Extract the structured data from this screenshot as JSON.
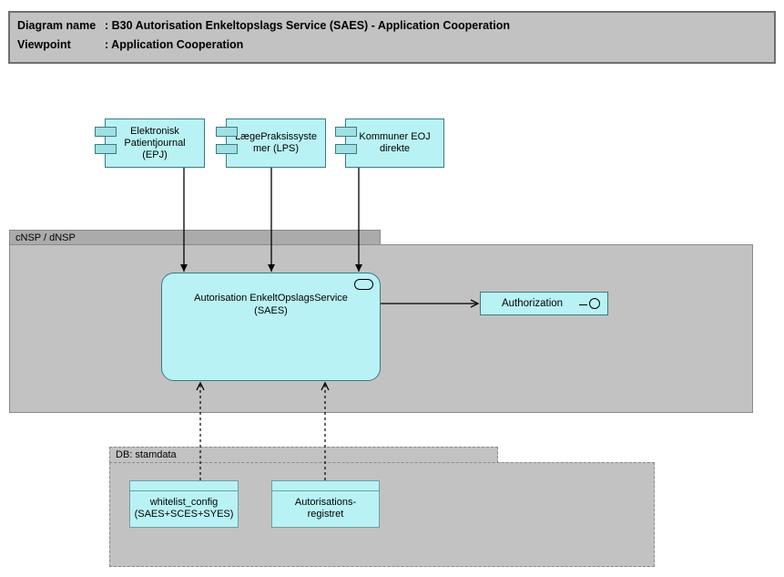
{
  "title_block": {
    "rows": [
      {
        "label": "Diagram name",
        "value": ": B30 Autorisation Enkeltopslags Service (SAES) - Application Cooperation"
      },
      {
        "label": "Viewpoint",
        "value": ": Application Cooperation"
      }
    ]
  },
  "groups": {
    "cnsp": {
      "label": "cNSP / dNSP"
    },
    "db": {
      "label": "DB: stamdata"
    }
  },
  "components": [
    {
      "id": "epj",
      "label": "Elektronisk\nPatientjournal\n(EPJ)"
    },
    {
      "id": "lps",
      "label": "LægePraksissyste\nmer (LPS)"
    },
    {
      "id": "eoj",
      "label": "Kommuner EOJ\ndirekte"
    }
  ],
  "service": {
    "label": "Autorisation EnkeltOpslagsService\n(SAES)"
  },
  "interface": {
    "label": "Authorization"
  },
  "data_objects": [
    {
      "label": "whitelist_config\n(SAES+SCES+SYES)"
    },
    {
      "label": "Autorisations-\nregistret"
    }
  ],
  "connectors": [
    {
      "from": "Elektronisk Patientjournal (EPJ)",
      "to": "Autorisation EnkeltOpslagsService (SAES)",
      "style": "solid",
      "head": "filled-arrow"
    },
    {
      "from": "LægePraksissystemer (LPS)",
      "to": "Autorisation EnkeltOpslagsService (SAES)",
      "style": "solid",
      "head": "filled-arrow"
    },
    {
      "from": "Kommuner EOJ direkte",
      "to": "Autorisation EnkeltOpslagsService (SAES)",
      "style": "solid",
      "head": "filled-arrow"
    },
    {
      "from": "Autorisation EnkeltOpslagsService (SAES)",
      "to": "Authorization",
      "style": "solid",
      "head": "open-arrow"
    },
    {
      "from": "whitelist_config (SAES+SCES+SYES)",
      "to": "Autorisation EnkeltOpslagsService (SAES)",
      "style": "dashed",
      "head": "open-arrow"
    },
    {
      "from": "Autorisationsregistret",
      "to": "Autorisation EnkeltOpslagsService (SAES)",
      "style": "dashed",
      "head": "open-arrow"
    }
  ],
  "colors": {
    "node_fill": "#b9f2f4",
    "node_tab_fill": "#9fe0e4",
    "node_border": "#3a7c80",
    "group_header_fill": "#ababab",
    "group_body_fill": "#c2c2c2",
    "group_border": "#8a8a8a",
    "title_fill": "#c2c2c2",
    "connector": "#000000",
    "canvas": "#ffffff"
  }
}
